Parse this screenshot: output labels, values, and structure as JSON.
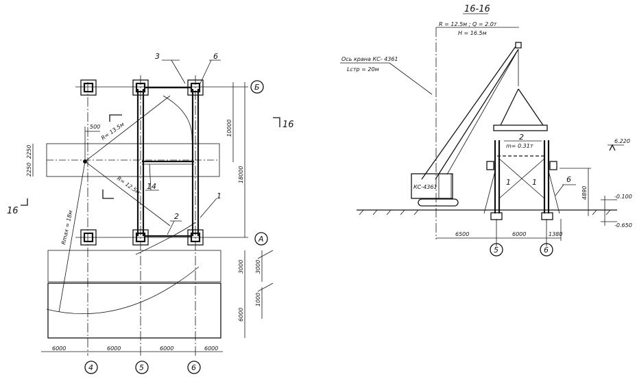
{
  "plan": {
    "dims_bottom": [
      "6000",
      "6000",
      "6000",
      "6000"
    ],
    "dims_right": [
      "10000",
      "18000",
      "3000",
      "6000",
      "3000",
      "1000"
    ],
    "dims_left_top": [
      "2250",
      "2250"
    ],
    "dim_500": "500",
    "radius_labels": [
      "R= 13.5м",
      "R= 12.5м",
      "Rmax = 18м"
    ],
    "callouts": [
      "3",
      "6",
      "14",
      "2",
      "1"
    ],
    "section_marks": [
      "16",
      "16"
    ],
    "axes_bottom": [
      "4",
      "5",
      "6"
    ],
    "axes_right": [
      "Б",
      "A"
    ]
  },
  "section": {
    "title": "16-16",
    "crane_params_line1": "R = 12.5м ; Q = 2.0т",
    "crane_params_line2": "H = 16.5м",
    "crane_axis_line1": "Ось крана КС- 4361",
    "crane_axis_line2": "Lстр = 20м",
    "crane_body_label": "КС-4361",
    "load_number": "2",
    "load_mass": "m= 0.31т",
    "frame_callouts": [
      "1",
      "1",
      "6"
    ],
    "level_top": "6.220",
    "level_mid": "-0.100",
    "level_low": "-0.650",
    "height_dim": "4890",
    "dims_bottom": [
      "6500",
      "6000",
      "1380"
    ],
    "axes_bottom": [
      "5",
      "6"
    ]
  }
}
